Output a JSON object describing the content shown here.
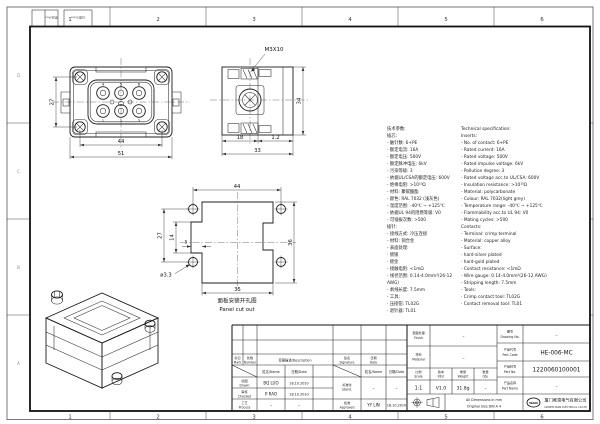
{
  "frame": {
    "cols": [
      "1",
      "2",
      "3",
      "4",
      "5",
      "6"
    ],
    "rows": [
      "D",
      "C",
      "B",
      "A"
    ],
    "corner_a": "更改/Rev",
    "corner_b": "日期/Date"
  },
  "front": {
    "pins_top": [
      "4",
      "5",
      "6"
    ],
    "pins_bottom": [
      "1",
      "2",
      "3"
    ],
    "dims": {
      "height": "27",
      "inner": "44",
      "outer": "51"
    }
  },
  "side": {
    "thread": "M3X10",
    "dims": {
      "height": "34",
      "a": "18",
      "b": "1.2",
      "total": "33"
    }
  },
  "cutout": {
    "dims": {
      "width": "44",
      "holes_v": "27",
      "tab_h": "14",
      "tab_d": "5",
      "height": "36",
      "width_b": "35",
      "hole": "ø3.3"
    },
    "caption_zh": "面板安装开孔图",
    "caption_en": "Panel cut out"
  },
  "specs": {
    "zh": "技术参数:\n插芯:\n- 触针数: 6+PE\n- 额定电流: 16A\n- 额定电压: 500V\n- 额定脉冲电压: 6kV\n- 污染等级: 3\n- 依据UL/CSA的额定电压: 600V\n- 绝缘电阻: >10¹⁰Ω\n- 材料: 聚碳酸酯\n- 颜色: RAL 7032 (浅灰色)\n- 温度范围: -40℃ ~ +125℃\n- 依据UL 94的阻燃等级: V0\n- 可插拔次数: >500\n插针:\n- 接线方式: 冷压连接\n- 材料: 铜合金\n- 表面处理:\n· 镀银\n· 镀金\n- 接触电阻: <1mΩ\n- 线径范围: 0.14-4.0mm²(26-12 AWG)\n- 剥线长度: 7.5mm\n- 工具:\n· 压接钳: TL02G\n· 退针器: TL01",
    "en": "Technical specification:\nInserts:\n- No. of contact: 6+PE\n- Rated current: 16A\n- Rated voltage: 500V\n- Rated impulse voltage: 6kV\n- Pollution degree: 3\n- Rated voltage acc.to UL/CSA: 600V\n- Insulation resistance: >10¹⁰Ω\n- Material: polycarbonate\n- Colour: RAL 7032(light grey)\n- Temperature range: -40℃ ~ +125℃\n- Flammability acc.to UL 94: V0\n- Mating cycles: >500\nContacts:\n- Terminal: crimp terminal\n- Material: copper alloy\n- Surface:\n· hard-silver plated\n· hard-gold plated\n- Contact resistance: <1mΩ\n- Wire gauge: 0.14-4.0mm²(26-12 AWG)\n- Stripping length: 7.5mm\n- Tools:\n· Crimp contact tool: TL02G\n· Contact removal tool: TL01"
  },
  "titleblock": {
    "mark": {
      "zh": "标记",
      "en": "Mark"
    },
    "number": {
      "zh": "处数",
      "en": "Number"
    },
    "description": "变更描述/Description",
    "signature": {
      "zh": "签名",
      "en": "Signature"
    },
    "date_col": {
      "zh": "日期",
      "en": "Date"
    },
    "name_header": "姓名/Name",
    "date_header": "日期/Date",
    "drawn": {
      "zh": "绘图",
      "en": "Drawn",
      "name": "BQ LUO",
      "date": "18.10.2010"
    },
    "checked": {
      "zh": "审核",
      "en": "Checked",
      "name": "P RAO",
      "date": "18.10.2010"
    },
    "process": {
      "zh": "工艺",
      "en": "Process",
      "name": "–",
      "date": "–"
    },
    "stand": {
      "zh": "标准化",
      "en": "Stand.",
      "name": "–",
      "date": "–"
    },
    "approved": {
      "zh": "批准",
      "en": "Approved",
      "name": "YY LIN",
      "date": "18.10.2010"
    },
    "finish": {
      "zh": "表面处理",
      "en": "Finish",
      "value": "–"
    },
    "material": {
      "zh": "材料",
      "en": "Material",
      "value": "–"
    },
    "scale": {
      "zh": "比例",
      "en": "Scale",
      "value": "1:1"
    },
    "rev": {
      "zh": "版本",
      "en": "REV.",
      "value": "V1.0"
    },
    "weight": {
      "zh": "重量",
      "en": "Weight",
      "value": "31.8g"
    },
    "qty": {
      "zh": "数量",
      "en": "Qty.",
      "value": "–"
    },
    "drawing_no": {
      "zh": "图号",
      "en": "Drawing No.",
      "value": "–"
    },
    "part_code": {
      "zh": "产品代号",
      "en": "Part Code",
      "value": "HE-006-MC"
    },
    "part_no": {
      "zh": "产品料号",
      "en": "Part No.",
      "value": "1220060100001"
    },
    "part_name": {
      "zh": "产品名称",
      "en": "Part Name",
      "value": "–"
    },
    "note_line1": "All Dimensions in mm",
    "note_line2": "Original Size DIN A 4",
    "logo": "WAIN",
    "company_zh": "厦门唯恩电气有限公司",
    "company_en": "XIAMEN WAIN ELECTRICAL CO.LTD"
  }
}
